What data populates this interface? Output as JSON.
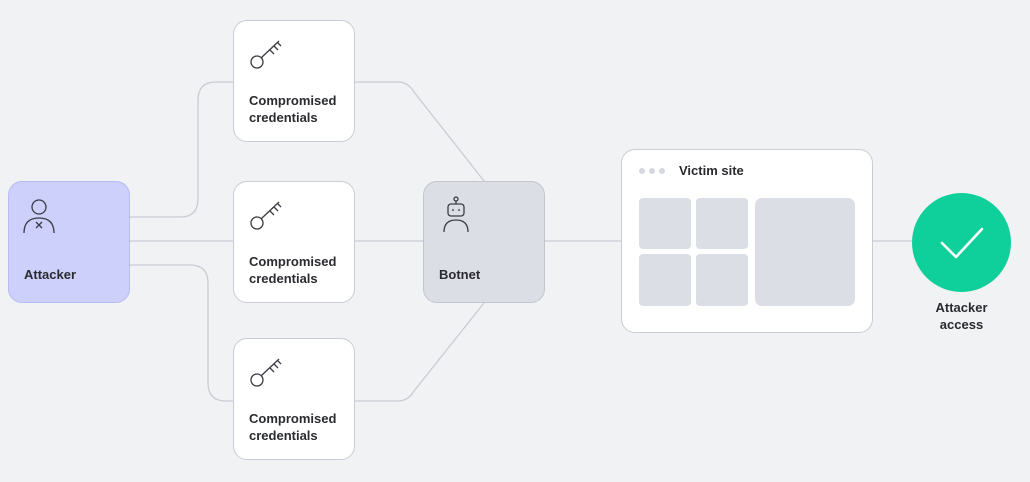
{
  "diagram": {
    "attacker": {
      "label": "Attacker",
      "icon": "user-x-icon"
    },
    "credentials": [
      {
        "label": "Compromised\ncredentials",
        "icon": "key-icon"
      },
      {
        "label": "Compromised\ncredentials",
        "icon": "key-icon"
      },
      {
        "label": "Compromised\ncredentials",
        "icon": "key-icon"
      }
    ],
    "botnet": {
      "label": "Botnet",
      "icon": "robot-icon"
    },
    "victim_site": {
      "title": "Victim site"
    },
    "attacker_access": {
      "label": "Attacker\naccess",
      "icon": "check-icon"
    },
    "colors": {
      "background": "#f1f2f4",
      "attacker_fill": "#cdd0fb",
      "botnet_fill": "#dcdee6",
      "access_fill": "#0fcf9b",
      "connector": "#c9ccd4"
    }
  }
}
